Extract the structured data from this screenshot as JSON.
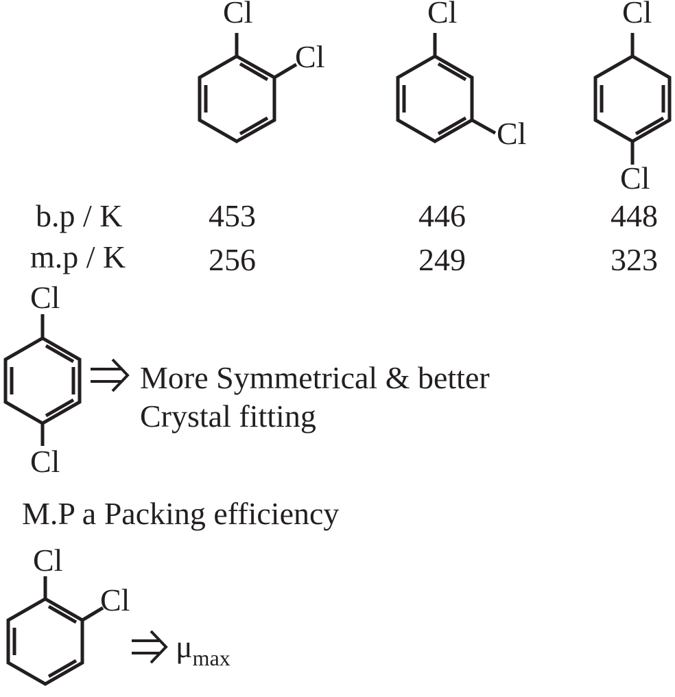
{
  "compounds": [
    {
      "name": "ortho-dichlorobenzene",
      "sub_a": "Cl",
      "sub_b": "Cl",
      "bp": "453",
      "mp": "256"
    },
    {
      "name": "meta-dichlorobenzene",
      "sub_a": "Cl",
      "sub_b": "Cl",
      "bp": "446",
      "mp": "249"
    },
    {
      "name": "para-dichlorobenzene",
      "sub_a": "Cl",
      "sub_b": "Cl",
      "bp": "448",
      "mp": "323"
    }
  ],
  "table": {
    "bp_label": "b.p / K",
    "mp_label": "m.p / K"
  },
  "para_note": {
    "sub_a": "Cl",
    "sub_b": "Cl",
    "line1": "More Symmetrical & better",
    "line2": "Crystal fitting"
  },
  "relation": "M.P a Packing efficiency",
  "ortho_note": {
    "sub_a": "Cl",
    "sub_b": "Cl",
    "mu": "μ",
    "mu_sub": "max"
  }
}
